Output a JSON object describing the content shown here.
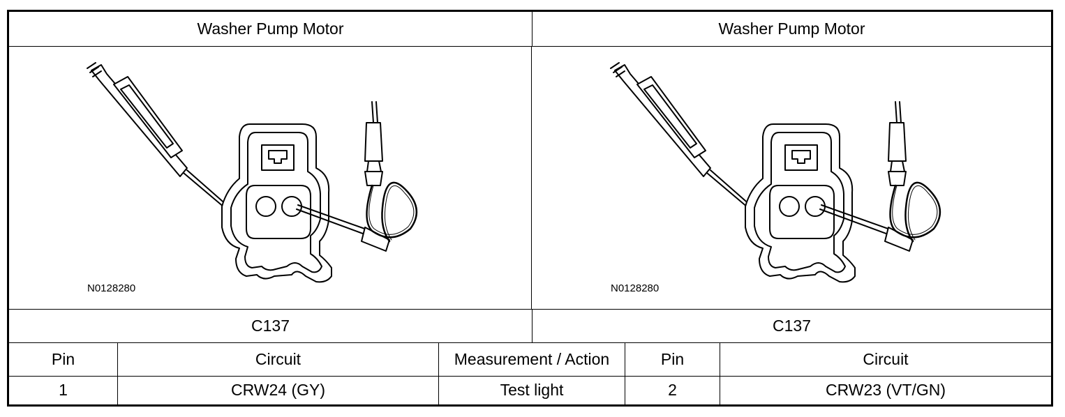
{
  "table": {
    "left": {
      "title": "Washer Pump Motor",
      "figure_id": "N0128280",
      "connector": "C137"
    },
    "right": {
      "title": "Washer Pump Motor",
      "figure_id": "N0128280",
      "connector": "C137"
    },
    "headers": {
      "pin_a": "Pin",
      "circuit_a": "Circuit",
      "measurement": "Measurement / Action",
      "pin_b": "Pin",
      "circuit_b": "Circuit"
    },
    "row": {
      "pin_a": "1",
      "circuit_a": "CRW24 (GY)",
      "measurement": "Test light",
      "pin_b": "2",
      "circuit_b": "CRW23 (VT/GN)"
    }
  },
  "icons": [
    "test-light-probe-illustration",
    "connector-illustration",
    "test-lead-clip-illustration"
  ]
}
